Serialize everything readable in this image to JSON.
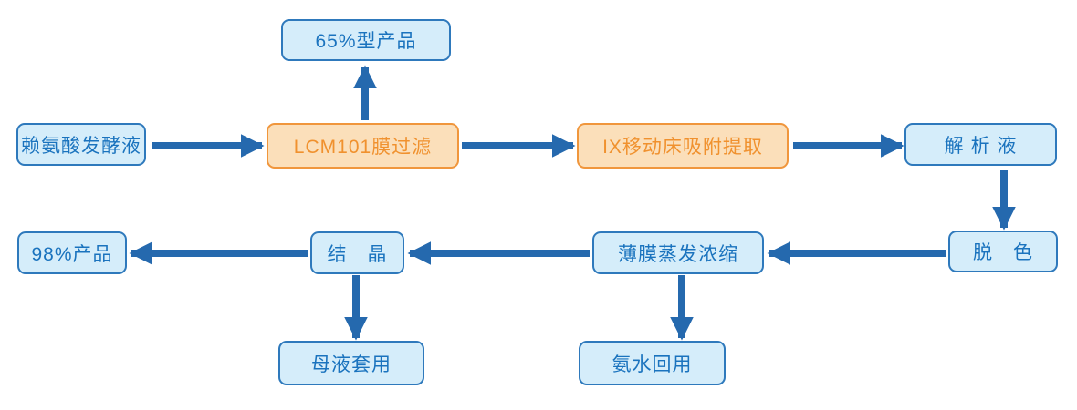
{
  "diagram": {
    "type": "process-flowchart",
    "colors": {
      "arrow": "#2569AE",
      "blue_fill": "#D5EDFA",
      "blue_border": "#2E79BC",
      "blue_text": "#1A73BE",
      "orange_fill": "#FBDFBA",
      "orange_border": "#F0963C",
      "orange_text": "#F0912E",
      "background": "#FFFFFF"
    },
    "nodes": {
      "feed": {
        "label": "赖氨酸发酵液",
        "style": "blue"
      },
      "membrane": {
        "label": "LCM101膜过滤",
        "style": "orange"
      },
      "product65": {
        "label": "65%型产品",
        "style": "blue"
      },
      "ix": {
        "label": "IX移动床吸附提取",
        "style": "orange"
      },
      "eluate": {
        "label": "解 析 液",
        "style": "blue"
      },
      "decolor": {
        "label": "脱　色",
        "style": "blue"
      },
      "evap": {
        "label": "薄膜蒸发浓缩",
        "style": "blue"
      },
      "crystal": {
        "label": "结　晶",
        "style": "blue"
      },
      "product98": {
        "label": "98%产品",
        "style": "blue"
      },
      "mother": {
        "label": "母液套用",
        "style": "blue"
      },
      "ammonia": {
        "label": "氨水回用",
        "style": "blue"
      }
    },
    "edges": [
      {
        "from": "feed",
        "to": "membrane"
      },
      {
        "from": "membrane",
        "to": "product65"
      },
      {
        "from": "membrane",
        "to": "ix"
      },
      {
        "from": "ix",
        "to": "eluate"
      },
      {
        "from": "eluate",
        "to": "decolor"
      },
      {
        "from": "decolor",
        "to": "evap"
      },
      {
        "from": "evap",
        "to": "crystal"
      },
      {
        "from": "crystal",
        "to": "product98"
      },
      {
        "from": "crystal",
        "to": "mother"
      },
      {
        "from": "evap",
        "to": "ammonia"
      }
    ]
  }
}
